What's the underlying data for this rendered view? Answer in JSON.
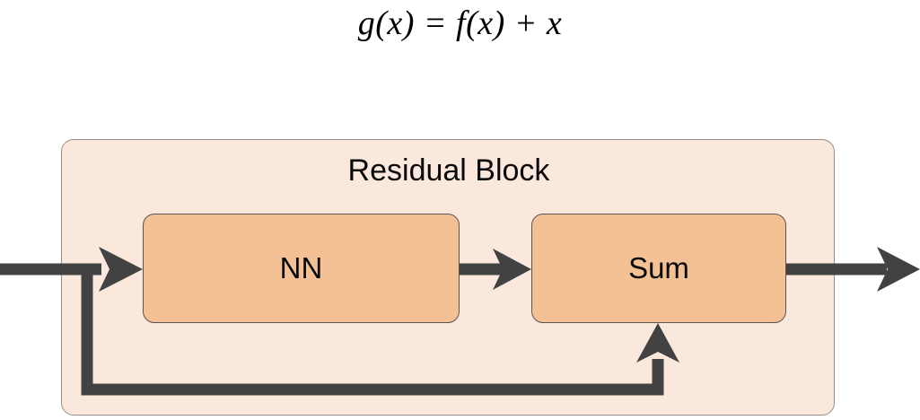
{
  "diagram": {
    "type": "block-diagram",
    "title": "Residual Block",
    "equation": "g(x) = f(x) + x",
    "background_color": "#ffffff",
    "block_fill": "#fae8dd",
    "block_border": "#9a8d87",
    "node_fill": "#f4c194",
    "node_border": "#5c5450",
    "arrow_color": "#424242",
    "text_color": "#0a0a0a",
    "nodes": [
      {
        "id": "nn",
        "label": "NN"
      },
      {
        "id": "sum",
        "label": "Sum"
      }
    ],
    "connections": [
      {
        "id": "input-arrow",
        "from": "input",
        "to": "nn",
        "label": ""
      },
      {
        "id": "nn-to-sum-arrow",
        "from": "nn",
        "to": "sum",
        "label": ""
      },
      {
        "id": "sum-to-output-arrow",
        "from": "sum",
        "to": "output",
        "label": ""
      },
      {
        "id": "skip-connection",
        "from": "input",
        "to": "sum",
        "label": ""
      }
    ]
  }
}
